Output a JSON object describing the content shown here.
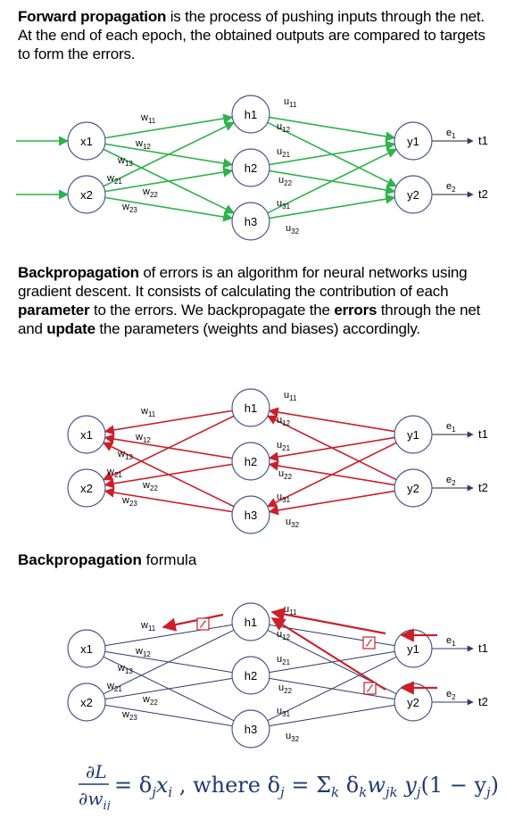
{
  "intro": {
    "bold": "Forward propagation",
    "text": " is the process of pushing inputs through the net. At the end of each epoch, the obtained outputs are compared to targets to form the errors."
  },
  "backprop": {
    "bold1": "Backpropagation",
    "t1": " of errors is an algorithm for neural networks using gradient descent. It consists of calculating the contribution of each ",
    "bold2": "parameter",
    "t2": " to the errors. We backpropagate the ",
    "bold3": "errors",
    "t3": " through the net and ",
    "bold4": "update",
    "t4": " the parameters (weights and biases) accordingly."
  },
  "formula_heading": {
    "bold": "Backpropagation",
    "text": " formula"
  },
  "nodes": {
    "inputs": [
      "x1",
      "x2"
    ],
    "hidden": [
      "h1",
      "h2",
      "h3"
    ],
    "outputs": [
      "y1",
      "y2"
    ],
    "targets": [
      "t1",
      "t2"
    ]
  },
  "weights_in": [
    {
      "w": "w",
      "sub": "11"
    },
    {
      "w": "w",
      "sub": "12"
    },
    {
      "w": "w",
      "sub": "13"
    },
    {
      "w": "w",
      "sub": "21"
    },
    {
      "w": "w",
      "sub": "22"
    },
    {
      "w": "w",
      "sub": "23"
    }
  ],
  "weights_out": [
    {
      "w": "u",
      "sub": "11"
    },
    {
      "w": "u",
      "sub": "12"
    },
    {
      "w": "u",
      "sub": "21"
    },
    {
      "w": "u",
      "sub": "22"
    },
    {
      "w": "u",
      "sub": "31"
    },
    {
      "w": "u",
      "sub": "32"
    }
  ],
  "errors": [
    {
      "w": "e",
      "sub": "1"
    },
    {
      "w": "e",
      "sub": "2"
    }
  ],
  "colors": {
    "forward": "#2db34a",
    "backward": "#cc1f2a",
    "formula_lines": "#2b3a67",
    "node_stroke": "#4a5a8a",
    "formula_text": "#1f3a73"
  },
  "formula": {
    "lhs_num": "∂L",
    "lhs_den": "∂w",
    "lhs_den_sub": "ij",
    "rhs": "= δ",
    "rhs_j": "j",
    "rhs_x": "x",
    "rhs_i": "i",
    "where": " , where δ",
    "where_j": "j",
    "eq": " = Σ",
    "sum_k": "k",
    "delta": " δ",
    "delta_k": "k",
    "w": "w",
    "w_jk": "jk",
    "y": " y",
    "y_j": "j",
    "tail": "(1 − y",
    "tail_j": "j",
    "close": ")"
  }
}
